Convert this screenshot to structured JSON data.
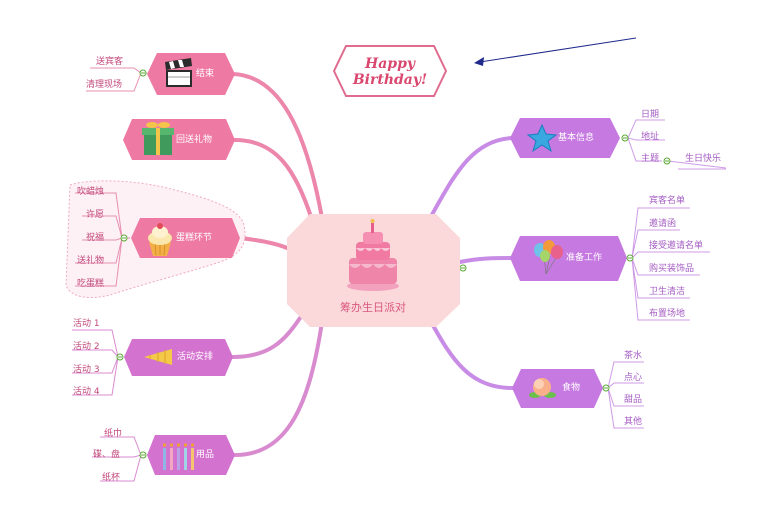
{
  "center": {
    "title": "筹办生日派对"
  },
  "banner": {
    "line1": "Happy",
    "line2": "Birthday!"
  },
  "right_branches": {
    "basic": {
      "label": "基本信息",
      "leaves": [
        "日期",
        "地址",
        "主题"
      ],
      "sub_leaf": "生日快乐"
    },
    "prep": {
      "label": "准备工作",
      "leaves": [
        "宾客名单",
        "邀请函",
        "接受邀请名单",
        "购买装饰品",
        "卫生清洁",
        "布置场地"
      ]
    },
    "food": {
      "label": "食物",
      "leaves": [
        "茶水",
        "点心",
        "甜品",
        "其他"
      ]
    }
  },
  "left_branches": {
    "ending": {
      "label": "结束",
      "leaves": [
        "送宾客",
        "清理现场"
      ]
    },
    "gift": {
      "label": "回送礼物"
    },
    "cake": {
      "label": "蛋糕环节",
      "leaves": [
        "吹蜡烛",
        "许愿",
        "祝福",
        "送礼物",
        "吃蛋糕"
      ]
    },
    "activity": {
      "label": "活动安排",
      "leaves": [
        "活动 1",
        "活动 2",
        "活动 3",
        "活动 4"
      ]
    },
    "supplies": {
      "label": "用品",
      "leaves": [
        "纸巾",
        "碟、盘",
        "纸杯"
      ]
    }
  },
  "colors": {
    "right_branch": "#c98ce6",
    "right_node": "#c679e0",
    "left_branch": "#ec86ab",
    "left_node_pink": "#ee7aa3",
    "left_node_purple": "#d472cf",
    "center_fill": "#fbd9db",
    "arrow": "#1f2a8c"
  }
}
